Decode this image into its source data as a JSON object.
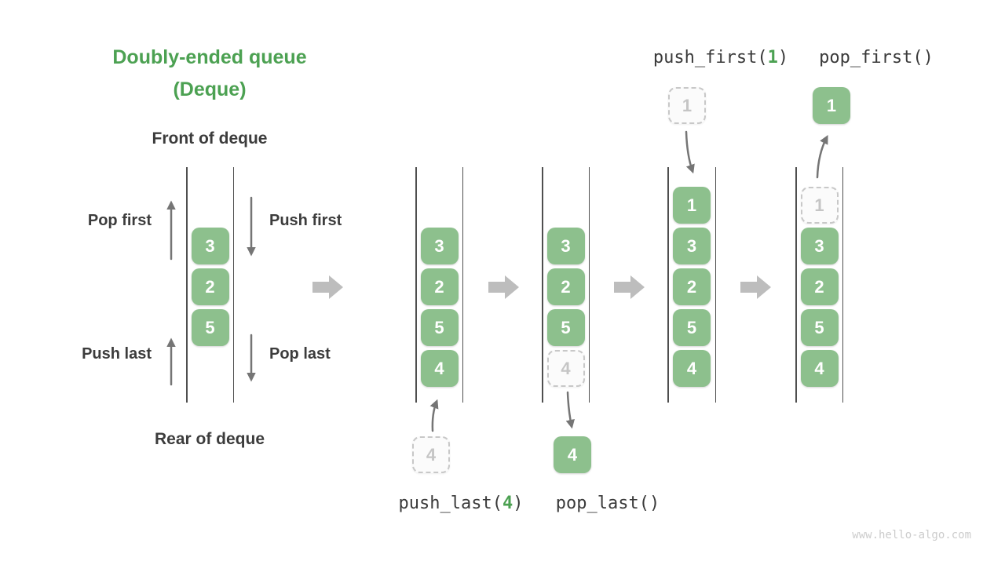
{
  "colors": {
    "bg": "#FFFFFF",
    "green_accent": "#4CA152",
    "box_green": "#8DC08D",
    "text_dark": "#3C3C3C",
    "code_text": "#3A3A3A",
    "arrow_gray": "#757575",
    "block_arrow_gray": "#BDBDBD",
    "ghost_border": "#C8C8C8",
    "ghost_text": "#C5C5C5",
    "wall": "#4F4F4F",
    "watermark": "#CCCCCC"
  },
  "title": {
    "line1": "Doubly-ended queue",
    "line2": "(Deque)"
  },
  "front_label": "Front of deque",
  "rear_label": "Rear of deque",
  "operations": {
    "pop_first": "Pop first",
    "push_first": "Push first",
    "push_last": "Push last",
    "pop_last": "Pop last"
  },
  "queues": {
    "main": {
      "cells": [
        "3",
        "2",
        "5"
      ]
    },
    "after_push_last": {
      "cells": [
        "3",
        "2",
        "5",
        "4"
      ]
    },
    "after_pop_last": {
      "cells": [
        "3",
        "2",
        "5"
      ],
      "ghost": "4"
    },
    "after_push_first": {
      "cells": [
        "1",
        "3",
        "2",
        "5",
        "4"
      ]
    },
    "after_pop_first": {
      "cells": [
        "3",
        "2",
        "5",
        "4"
      ],
      "ghost": "1"
    }
  },
  "floating": {
    "push_last_item": "4",
    "pop_last_item": "4",
    "push_first_item": "1",
    "pop_first_item": "1"
  },
  "code_labels": {
    "push_last": {
      "pre": "push_last(",
      "arg": "4",
      "post": ")"
    },
    "pop_last": {
      "pre": "pop_last()",
      "arg": "",
      "post": ""
    },
    "push_first": {
      "pre": "push_first(",
      "arg": "1",
      "post": ")"
    },
    "pop_first": {
      "pre": "pop_first()",
      "arg": "",
      "post": ""
    }
  },
  "watermark": "www.hello-algo.com"
}
